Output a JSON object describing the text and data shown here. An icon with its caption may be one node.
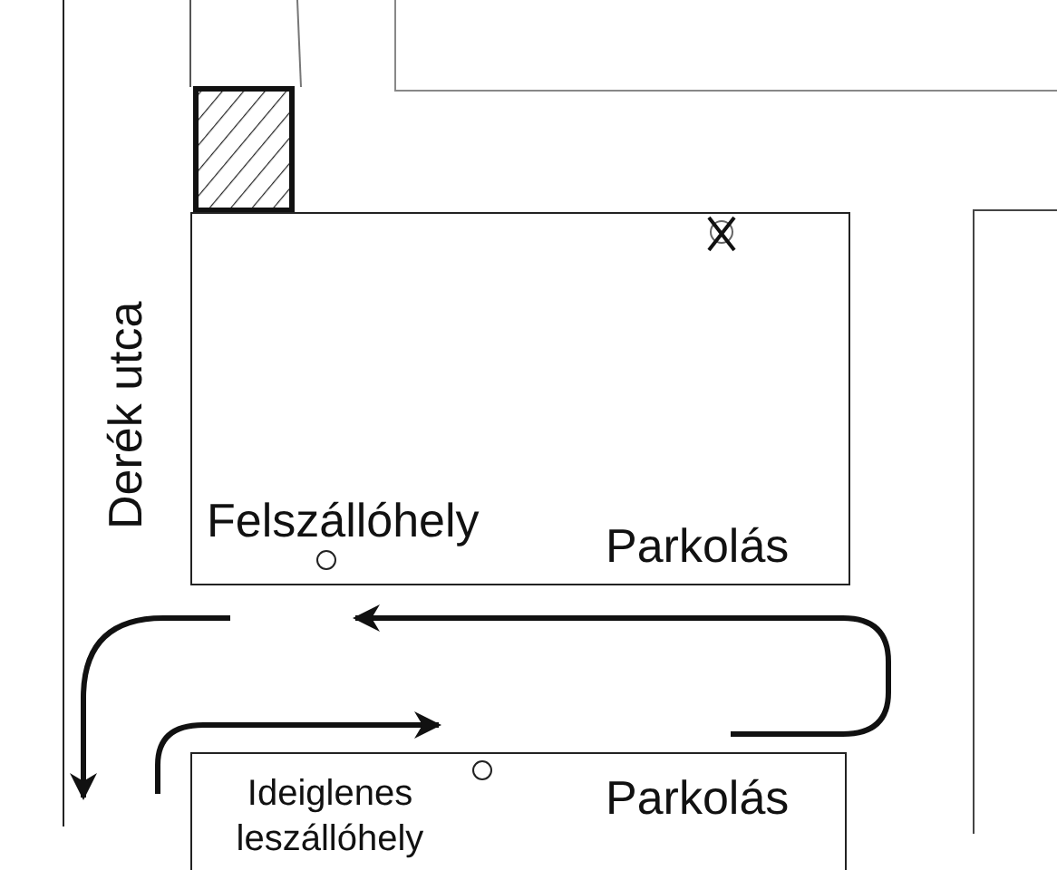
{
  "diagram": {
    "nodes": [
      {
        "text": [
          "Felszállóhely",
          "Parkolás"
        ]
      },
      {
        "text": [
          "Ideiglenes leszállóhely",
          "Parkolás"
        ]
      }
    ],
    "labels": [
      "Derék utca"
    ]
  }
}
